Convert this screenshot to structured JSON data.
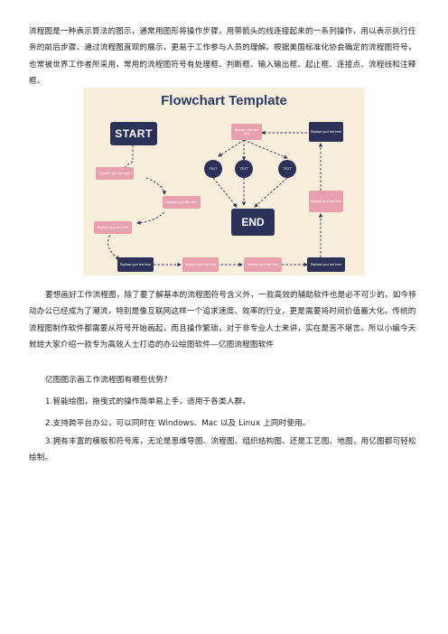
{
  "intro_text": "流程图是一种表示算法的图示，通常用图形将操作步骤，用带箭头的线连接起来的一系列操作，用以表示执行任务的前后步骤。通过流程图直观的展示，更易于工作参与人员的理解。根据美国标准化协会确定的流程图符号，也常被世界工作者所采用，常用的流程图符号有处理框、判断框、输入输出框、起止框、连接点、流程线和注释框。",
  "flowchart": {
    "title": "Flowchart Template",
    "start": "START",
    "end": "END",
    "placeholder": "Replace your text here",
    "circle_text": "TEXT"
  },
  "body_text": "要想画好工作流程图，除了要了解基本的流程图符号含义外，一款高效的辅助软件也是必不可少的。如今移动办公已经成为了潮流，特别是像互联网这样一个追求速度、效率的行业，更是需要将时间价值最大化。传统的流程图制作软件都需要从符号开始画起，而且操作繁琐，对于非专业人士来讲，实在是苦不堪言。所以小编今天就给大家介绍一款专为高效人士打造的办公绘图软件—亿图流程图软件",
  "question": "亿图图示画工作流程图有哪些优势?",
  "points": [
    "1.智能绘图，拖曳式的操作简单易上手，适用于各类人群。",
    "2.支持跨平台办公，可以同时在 Windows、Mac 以及 Linux 上同时使用。",
    "3.拥有丰富的模板和符号库，无论是思维导图、流程图、组织结构图、还是工艺图、地图，用亿图都可轻松绘制。"
  ]
}
